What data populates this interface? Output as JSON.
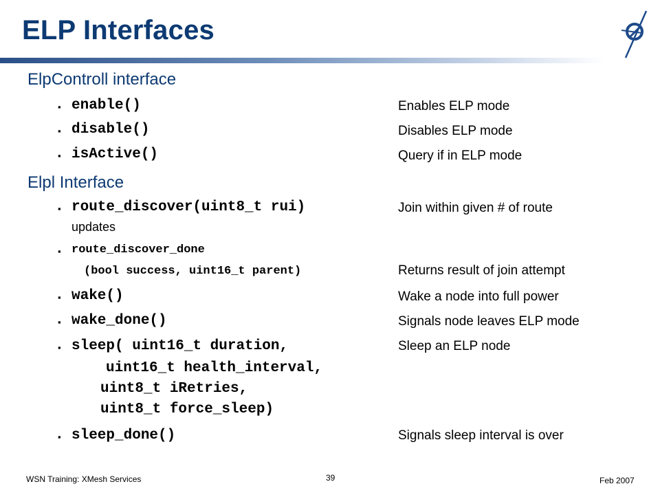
{
  "slide": {
    "title": "ELP Interfaces"
  },
  "sections": [
    {
      "heading": "ElpControll interface",
      "items": [
        {
          "code": "enable()",
          "desc": "Enables ELP mode"
        },
        {
          "code": "disable()",
          "desc": "Disables ELP mode"
        },
        {
          "code": "isActive()",
          "desc": "Query if in ELP mode"
        }
      ]
    },
    {
      "heading": "Elpl Interface",
      "items": [
        {
          "code": "route_discover(uint8_t rui)",
          "desc": "Join within given # of route",
          "desc_cont": "updates"
        },
        {
          "code": "route_discover_done",
          "code_cont": "(bool success, uint16_t parent)",
          "desc": "Returns result of join attempt"
        },
        {
          "code": "wake()",
          "desc": "Wake a node into full power"
        },
        {
          "code": "wake_done()",
          "desc": "Signals node leaves ELP mode"
        },
        {
          "code": "sleep( uint16_t duration,",
          "code_cont": [
            "uint16_t health_interval,",
            "uint8_t iRetries,",
            "uint8_t force_sleep)"
          ],
          "desc": "Sleep an ELP node"
        },
        {
          "code": "sleep_done()",
          "desc": "Signals sleep interval is over"
        }
      ]
    }
  ],
  "bullet_glyph": "▪",
  "footer": {
    "left": "WSN Training: XMesh Services",
    "page": "39",
    "right": "Feb 2007"
  },
  "colors": {
    "title": "#0d3a73",
    "heading": "#0d3a73"
  },
  "logo_icon": "compass-logo-icon"
}
